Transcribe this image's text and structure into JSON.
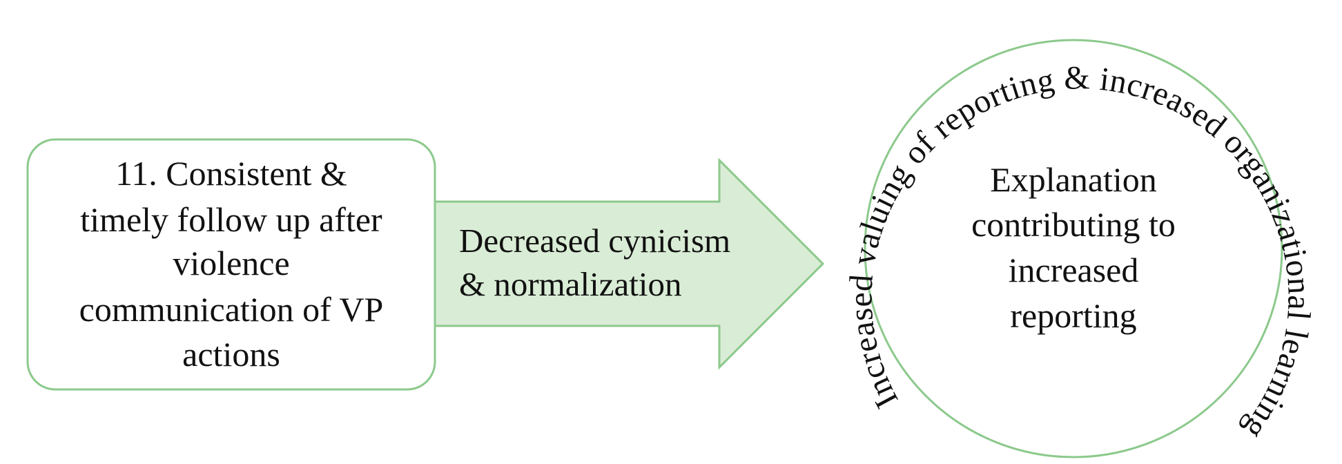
{
  "colors": {
    "stroke_green": "#8cc98c",
    "fill_green": "#d9ecd5",
    "text": "#111111"
  },
  "box": {
    "lines": [
      "11. Consistent &",
      "timely follow up after",
      "violence",
      "communication of VP",
      "actions"
    ]
  },
  "arrow": {
    "lines": [
      "Decreased cynicism",
      "& normalization"
    ]
  },
  "circle": {
    "lines": [
      "Explanation",
      "contributing to",
      "increased",
      "reporting"
    ],
    "arc_text": "Increased valuing of reporting & increased organizational learning"
  }
}
